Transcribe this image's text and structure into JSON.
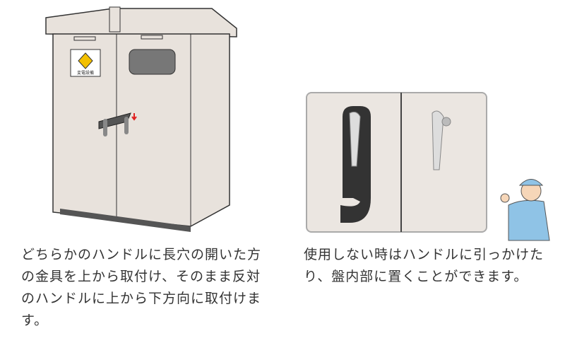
{
  "cabinet": {
    "sign_label": "変電設備"
  },
  "captions": {
    "left": "どちらかのハンドルに長穴の開いた方の金具を上から取付け、そのまま反対のハンドルに上から下方向に取付けます。",
    "right": "使用しない時はハンドルに引っかけたり、盤内部に置くことができます。"
  },
  "colors": {
    "cabinet": "#e8e2dc",
    "panel_bg": "#ebe6e1",
    "warning": "#f3c000",
    "arrow": "#e02020",
    "worker": "#8fc3e6"
  }
}
